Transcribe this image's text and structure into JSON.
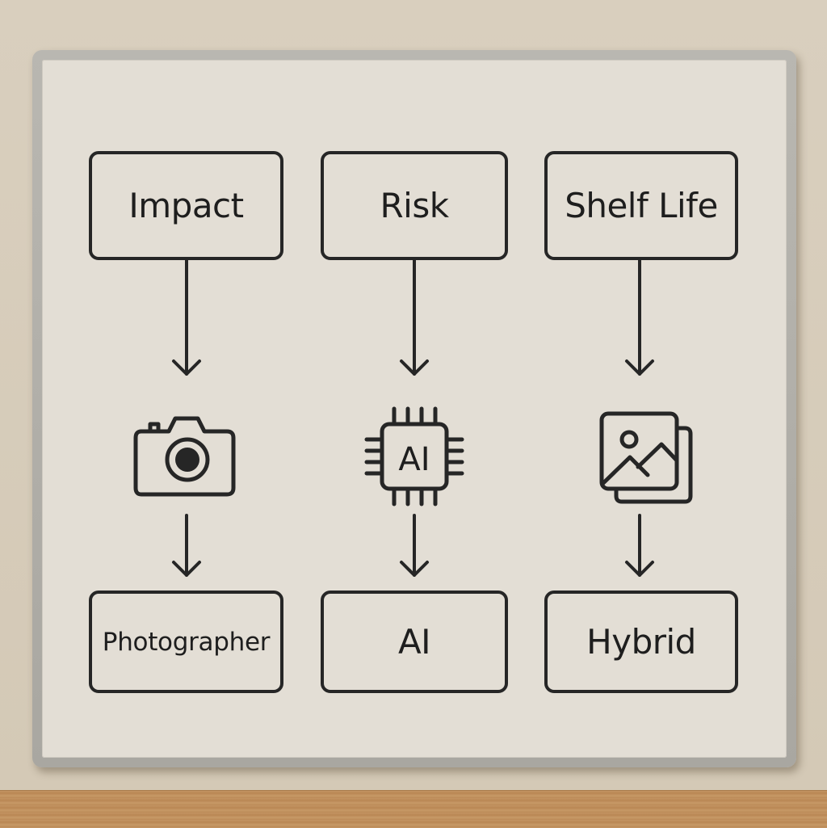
{
  "scene": {
    "description": "Whiteboard flow diagram mounted on a wall above a wooden shelf",
    "colors": {
      "wall": "#d6cbb9",
      "board_surface": "#e3ded5",
      "frame": "#b2b0aa",
      "ink": "#262626",
      "shelf": "#c08f5c"
    }
  },
  "diagram": {
    "columns": [
      {
        "criterion": "Impact",
        "icon": "camera-icon",
        "result": "Photographer"
      },
      {
        "criterion": "Risk",
        "icon": "ai-chip-icon",
        "icon_text": "AI",
        "result": "AI"
      },
      {
        "criterion": "Shelf Life",
        "icon": "image-stack-icon",
        "result": "Hybrid"
      }
    ],
    "edges": [
      {
        "from": "Impact",
        "to": "camera-icon"
      },
      {
        "from": "camera-icon",
        "to": "Photographer"
      },
      {
        "from": "Risk",
        "to": "ai-chip-icon"
      },
      {
        "from": "ai-chip-icon",
        "to": "AI"
      },
      {
        "from": "Shelf Life",
        "to": "image-stack-icon"
      },
      {
        "from": "image-stack-icon",
        "to": "Hybrid"
      }
    ]
  }
}
